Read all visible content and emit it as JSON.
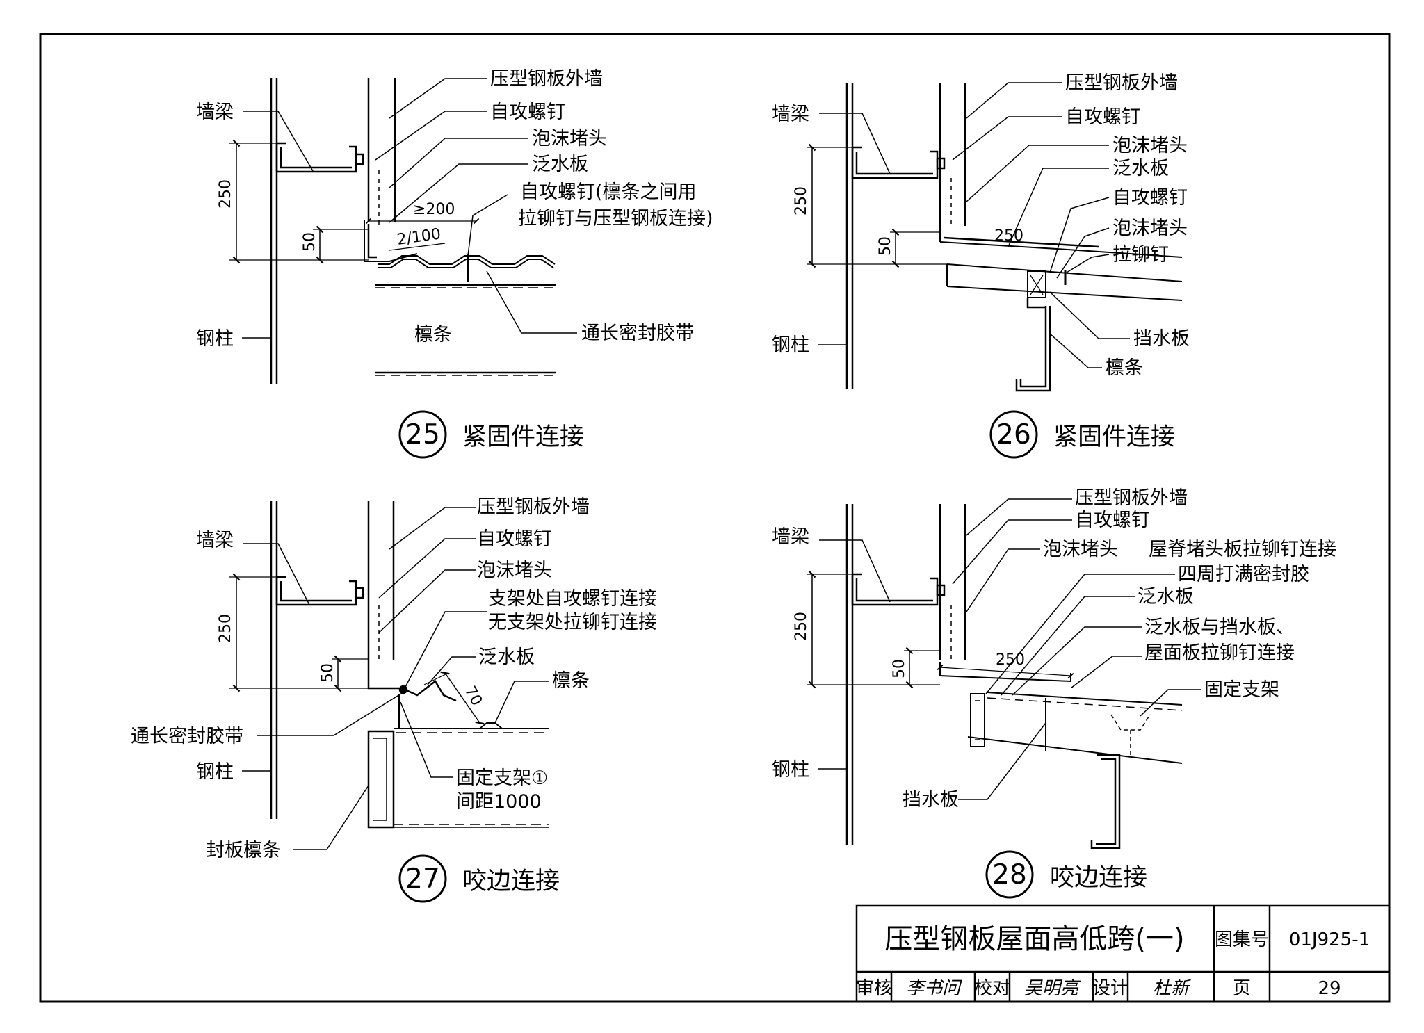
{
  "details": [
    {
      "number": "25",
      "caption": "紧固件连接",
      "labels": {
        "outer_wall": "压型钢板外墙",
        "wall_beam": "墙梁",
        "self_tap_screw": "自攻螺钉",
        "foam_plug": "泡沫堵头",
        "flashing": "泛水板",
        "screw_note_1": "自攻螺钉(檩条之间用",
        "screw_note_2": "拉铆钉与压型钢板连接)",
        "steel_column": "钢柱",
        "purlin": "檩条",
        "sealant_tape": "通长密封胶带"
      },
      "dims": {
        "d250": "250",
        "d50": "50",
        "d200": "≥200",
        "slope": "2/100"
      }
    },
    {
      "number": "26",
      "caption": "紧固件连接",
      "labels": {
        "outer_wall": "压型钢板外墙",
        "wall_beam": "墙梁",
        "self_tap_screw": "自攻螺钉",
        "foam_plug": "泡沫堵头",
        "flashing": "泛水板",
        "self_tap_screw_2": "自攻螺钉",
        "foam_plug_2": "泡沫堵头",
        "rivet": "拉铆钉",
        "steel_column": "钢柱",
        "water_stop": "挡水板",
        "purlin": "檩条"
      },
      "dims": {
        "d250": "250",
        "d50": "50",
        "d250b": "250"
      }
    },
    {
      "number": "27",
      "caption": "咬边连接",
      "labels": {
        "outer_wall": "压型钢板外墙",
        "wall_beam": "墙梁",
        "self_tap_screw": "自攻螺钉",
        "foam_plug": "泡沫堵头",
        "bracket_note_1": "支架处自攻螺钉连接",
        "bracket_note_2": "无支架处拉铆钉连接",
        "flashing": "泛水板",
        "purlin": "檩条",
        "sealant_tape": "通长密封胶带",
        "steel_column": "钢柱",
        "fixed_bracket": "固定支架①",
        "spacing": "间距1000",
        "closure_purlin": "封板檩条"
      },
      "dims": {
        "d250": "250",
        "d50": "50",
        "d70": "70"
      }
    },
    {
      "number": "28",
      "caption": "咬边连接",
      "labels": {
        "outer_wall": "压型钢板外墙",
        "wall_beam": "墙梁",
        "self_tap_screw": "自攻螺钉",
        "foam_plug": "泡沫堵头",
        "ridge_note": "屋脊堵头板拉铆钉连接",
        "seal_note": "四周打满密封胶",
        "flashing": "泛水板",
        "flashing_note_1": "泛水板与挡水板、",
        "flashing_note_2": "屋面板拉铆钉连接",
        "fixed_bracket": "固定支架",
        "steel_column": "钢柱",
        "water_stop": "挡水板"
      },
      "dims": {
        "d250": "250",
        "d50": "50",
        "d250b": "250"
      }
    }
  ],
  "title_block": {
    "title": "压型钢板屋面高低跨(一)",
    "atlas_label": "图集号",
    "atlas_no": "01J925-1",
    "review_label": "审核",
    "review_sign": "李书问",
    "check_label": "校对",
    "check_sign": "吴明亮",
    "design_label": "设计",
    "design_sign": "杜新",
    "page_label": "页",
    "page_no": "29"
  }
}
